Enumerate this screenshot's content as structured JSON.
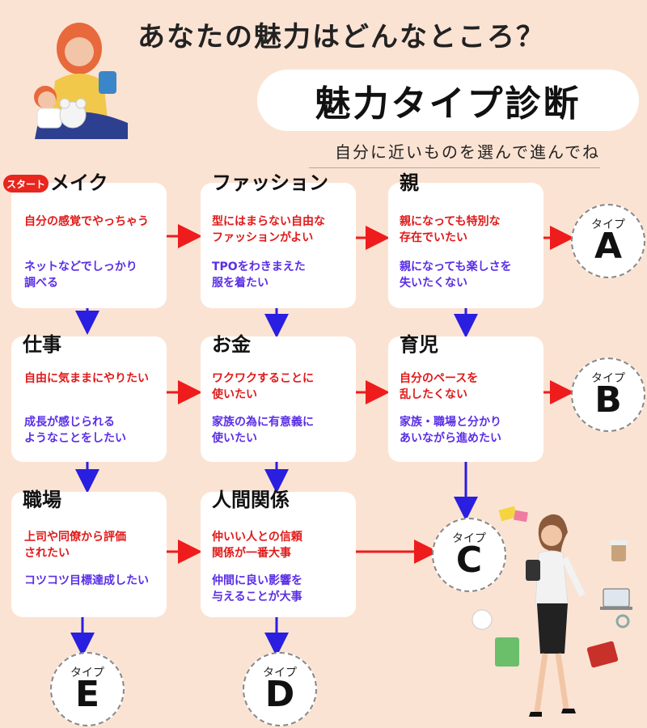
{
  "header": {
    "question": "あなたの魅力はどんなところ？",
    "title": "魅力タイプ診断",
    "subtitle": "自分に近いものを選んで進んでね"
  },
  "start_badge": "スタート",
  "nodes": {
    "makeup": {
      "category": "メイク",
      "red": "自分の感覚でやっちゃう",
      "purple": "ネットなどでしっかり\n調べる"
    },
    "fashion": {
      "category": "ファッション",
      "red": "型にはまらない自由な\nファッションがよい",
      "purple": "TPOをわきまえた\n服を着たい"
    },
    "parent": {
      "category": "親",
      "red": "親になっても特別な\n存在でいたい",
      "purple": "親になっても楽しさを\n失いたくない"
    },
    "work": {
      "category": "仕事",
      "red": "自由に気ままにやりたい",
      "purple": "成長が感じられる\nようなことをしたい"
    },
    "money": {
      "category": "お金",
      "red": "ワクワクすることに\n使いたい",
      "purple": "家族の為に有意義に\n使いたい"
    },
    "childcare": {
      "category": "育児",
      "red": "自分のペースを\n乱したくない",
      "purple": "家族・職場と分かり\nあいながら進めたい"
    },
    "workplace": {
      "category": "職場",
      "red": "上司や同僚から評価\nされたい",
      "purple": "コツコツ目標達成したい"
    },
    "relations": {
      "category": "人間関係",
      "red": "仲いい人との信頼\n関係が一番大事",
      "purple": "仲間に良い影響を\n与えることが大事"
    }
  },
  "types": {
    "label": "タイプ",
    "A": "A",
    "B": "B",
    "C": "C",
    "D": "D",
    "E": "E"
  },
  "colors": {
    "background": "#fbe3d3",
    "red_option": "#e01a1a",
    "purple_option": "#5a2ee6",
    "red_arrow": "#ee1c1c",
    "blue_arrow": "#2a1ee0"
  }
}
